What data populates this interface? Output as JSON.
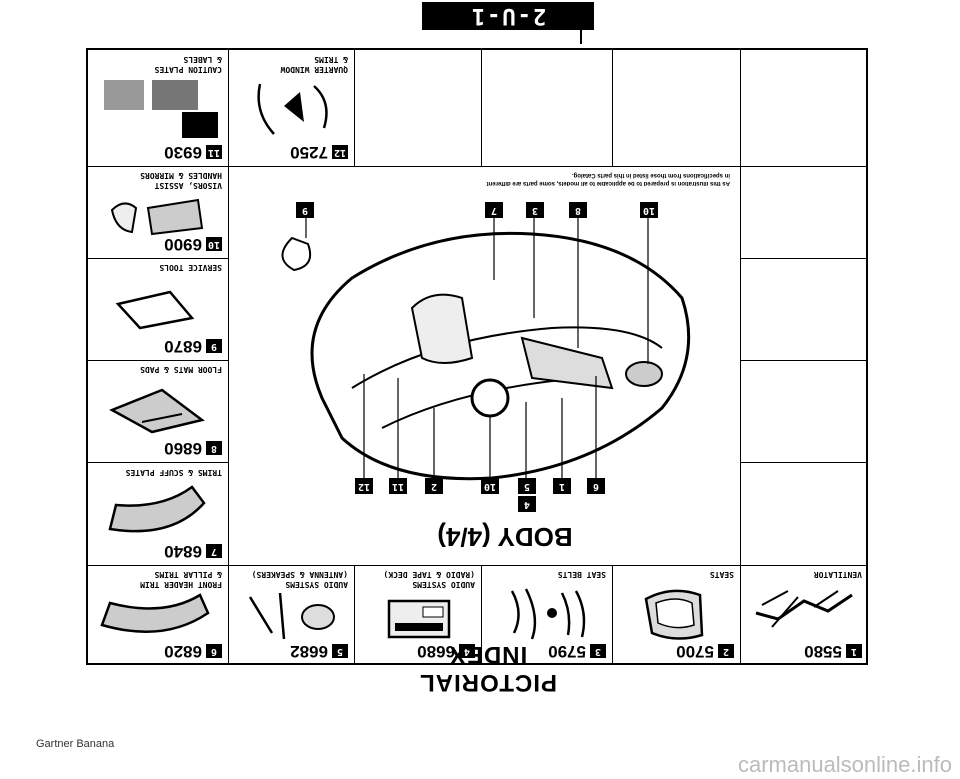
{
  "header": {
    "tab_label": "2-U-1",
    "title": "PICTORIAL INDEX"
  },
  "body_title": "BODY (4/4)",
  "footer": {
    "left_text": "Gartner Banana",
    "watermark": "carmanualsonline.info"
  },
  "notes": {
    "line1": "As this illustration is prepared to be applicable to all models, some parts are different",
    "line2": "in specifications from those listed in this parts Catalog."
  },
  "bottom_row": [
    {
      "ref": "1",
      "code": "5580",
      "caption": [
        "VENTILATOR"
      ]
    },
    {
      "ref": "2",
      "code": "5700",
      "caption": [
        "SEATS"
      ]
    },
    {
      "ref": "3",
      "code": "5790",
      "caption": [
        "SEAT BELTS"
      ]
    },
    {
      "ref": "4",
      "code": "6680",
      "caption": [
        "AUDIO SYSTEMS",
        "(RADIO & TAPE DECK)"
      ]
    },
    {
      "ref": "5",
      "code": "6682",
      "caption": [
        "AUDIO SYSTEMS",
        "(ANTENNA & SPEAKERS)"
      ]
    },
    {
      "ref": "6",
      "code": "6820",
      "caption": [
        "FRONT HEADER TRIM",
        "& PILLAR TRIMS"
      ]
    }
  ],
  "left_column": [
    {
      "ref": "7",
      "code": "6840",
      "caption": [
        "TRIMS & SCUFF PLATES"
      ]
    },
    {
      "ref": "8",
      "code": "6860",
      "caption": [
        "FLOOR MATS & PADS"
      ]
    },
    {
      "ref": "9",
      "code": "6870",
      "caption": [
        "SERVICE TOOLS"
      ]
    },
    {
      "ref": "10",
      "code": "6900",
      "caption": [
        "VISORS, ASSIST",
        "HANDLES & MIRRORS"
      ]
    },
    {
      "ref": "11",
      "code": "6930",
      "caption": [
        "CAUTION PLATES",
        "& LABELS"
      ]
    }
  ],
  "top_row": [
    {
      "ref": "12",
      "code": "7250",
      "caption": [
        "QUARTER WINDOW",
        "& TRIMS"
      ]
    }
  ],
  "callouts_top": [
    "12",
    "11",
    "2",
    "10",
    "5",
    "1",
    "6"
  ],
  "callout_4": "4",
  "callouts_bottom": [
    "9",
    "7",
    "3",
    "8",
    "10"
  ]
}
